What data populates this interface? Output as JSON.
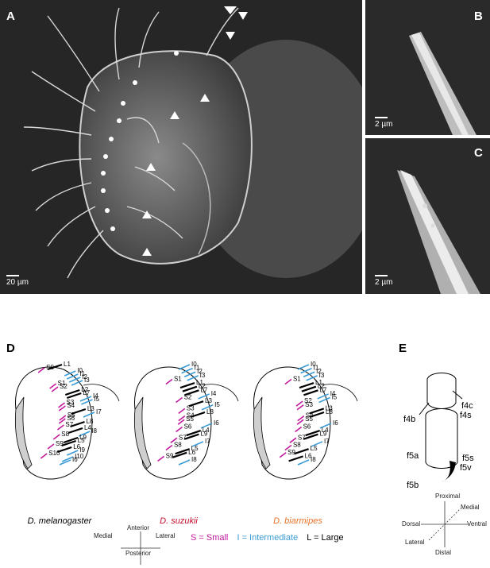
{
  "panels": {
    "A": {
      "label": "A",
      "scale": "20 µm"
    },
    "B": {
      "label": "B",
      "scale": "2 µm"
    },
    "C": {
      "label": "C",
      "scale": "2 µm"
    },
    "D": {
      "label": "D"
    },
    "E": {
      "label": "E"
    }
  },
  "species": [
    {
      "name": "D. melanogaster",
      "color": "#000000"
    },
    {
      "name": "D. suzukii",
      "color": "#c8102e"
    },
    {
      "name": "D. biarmipes",
      "color": "#e8732a"
    }
  ],
  "compass_D": {
    "anterior": "Anterior",
    "posterior": "Posterior",
    "medial": "Medial",
    "lateral": "Lateral"
  },
  "legend": {
    "small": "S = Small",
    "small_color": "#c21a9c",
    "intermediate": "I = Intermediate",
    "intermediate_color": "#3a9bd5",
    "large": "L = Large",
    "large_color": "#000000"
  },
  "seg_labels": {
    "mel": [
      "L1",
      "S0",
      "I0",
      "I1",
      "I2",
      "I3",
      "S1",
      "S2",
      "L2",
      "L7",
      "I4",
      "I5",
      "S3",
      "S4",
      "L3",
      "I7",
      "S5",
      "S6",
      "L8",
      "S7",
      "L4",
      "I8",
      "S8",
      "L9",
      "L5",
      "S9",
      "L6",
      "I9",
      "S10",
      "I10",
      "I6"
    ],
    "suz": [
      "I0",
      "I1",
      "I2",
      "I3",
      "S1",
      "L1",
      "L2",
      "L7",
      "I4",
      "S2",
      "L3",
      "I5",
      "S3",
      "L8",
      "S4",
      "S5",
      "I6",
      "S6",
      "L4",
      "L9",
      "S7",
      "I7",
      "S8",
      "L5",
      "L6",
      "S9",
      "I8"
    ],
    "bia": [
      "I0",
      "I1",
      "I2",
      "I3",
      "S1",
      "L1",
      "L2",
      "L7",
      "I4",
      "I5",
      "S2",
      "S3",
      "L3",
      "L8",
      "S4",
      "S5",
      "I6",
      "S6",
      "L4",
      "L9",
      "S7",
      "I7",
      "S8",
      "L5",
      "S9",
      "L6",
      "I8"
    ]
  },
  "leg_labels": [
    "f4c",
    "f4s",
    "f4b",
    "f5a",
    "f5s",
    "f5v",
    "f5b"
  ],
  "compass_E": {
    "proximal": "Proximal",
    "medial": "Medial",
    "dorsal": "Dorsal",
    "ventral": "Ventral",
    "lateral": "Lateral",
    "distal": "Distal"
  }
}
